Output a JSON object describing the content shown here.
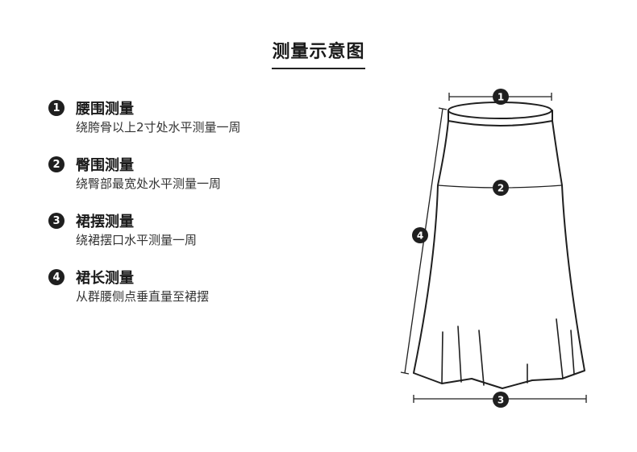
{
  "title": "测量示意图",
  "items": [
    {
      "number": "1",
      "title": "腰围测量",
      "desc": "绕胯骨以上2寸处水平测量一周"
    },
    {
      "number": "2",
      "title": "臀围测量",
      "desc": "绕臀部最宽处水平测量一周"
    },
    {
      "number": "3",
      "title": "裙摆测量",
      "desc": "绕裙摆口水平测量一周"
    },
    {
      "number": "4",
      "title": "裙长测量",
      "desc": "从群腰侧点垂直量至裙摆"
    }
  ],
  "markers": [
    "1",
    "2",
    "3",
    "4"
  ],
  "colors": {
    "ink": "#1f1f1f",
    "background": "#ffffff"
  }
}
